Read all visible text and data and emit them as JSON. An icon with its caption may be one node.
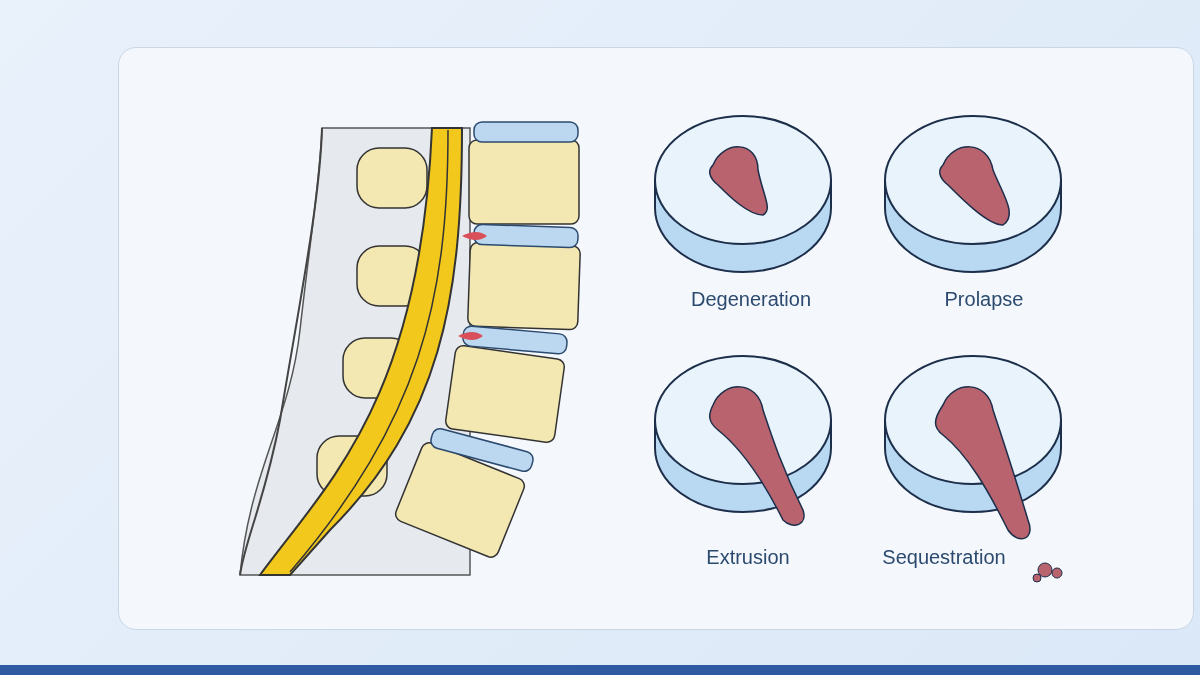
{
  "diagram": {
    "labels": [
      "Degeneration",
      "Prolapse",
      "Extrusion",
      "Sequestration"
    ]
  }
}
